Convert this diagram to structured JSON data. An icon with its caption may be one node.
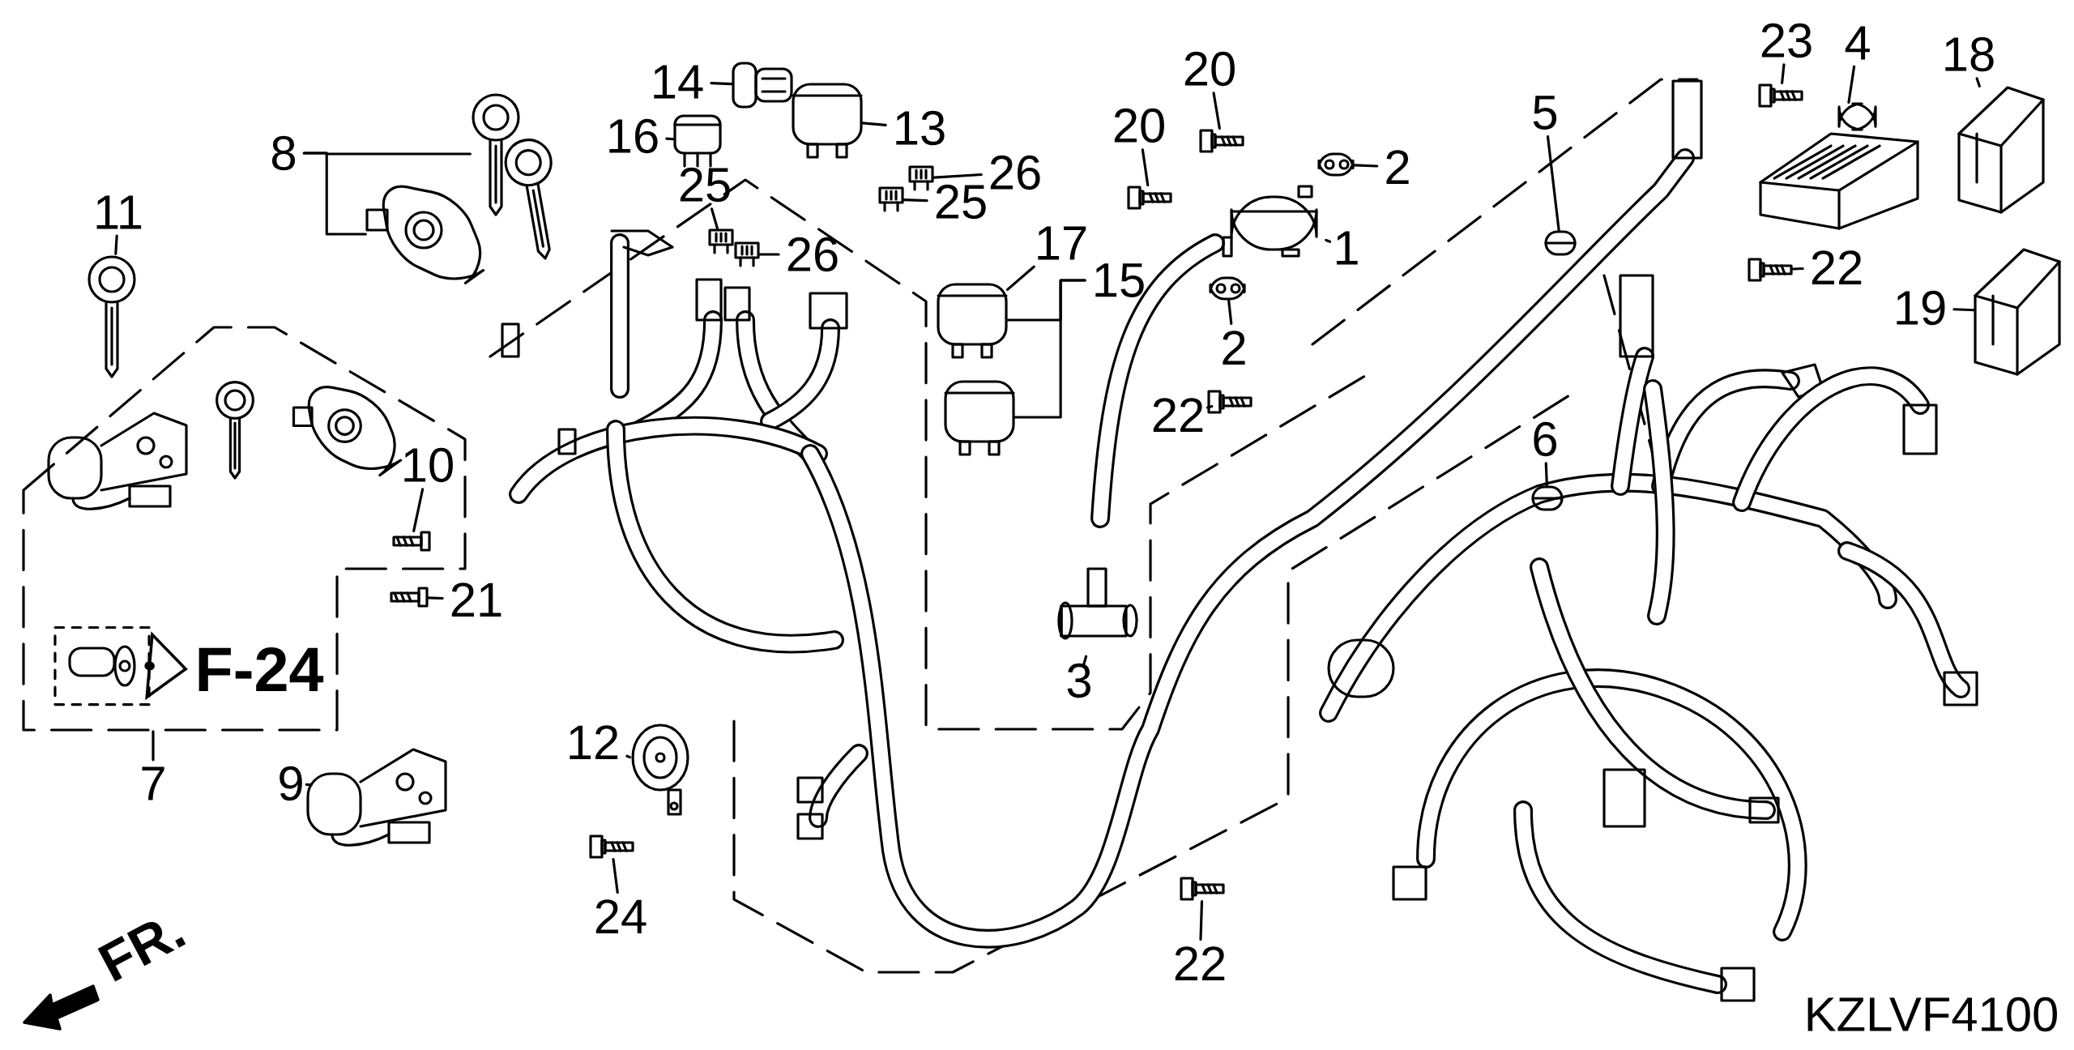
{
  "diagram": {
    "nodes": [
      {
        "text": [
          "14"
        ]
      },
      {
        "text": [],
        "shape": "picture"
      },
      {
        "text": [
          "16"
        ]
      },
      {
        "text": [],
        "shape": "picture"
      },
      {
        "text": [
          "13"
        ]
      },
      {
        "text": [],
        "shape": "picture"
      },
      {
        "text": [
          "20"
        ]
      },
      {
        "text": [],
        "shape": "picture"
      },
      {
        "text": [
          "20"
        ]
      },
      {
        "text": [],
        "shape": "picture"
      },
      {
        "text": [
          "2"
        ]
      },
      {
        "text": [],
        "shape": "picture"
      },
      {
        "text": [
          "1"
        ]
      },
      {
        "text": [],
        "shape": "picture"
      },
      {
        "text": [
          "2"
        ]
      },
      {
        "text": [],
        "shape": "picture"
      },
      {
        "text": [
          "22"
        ]
      },
      {
        "text": [],
        "shape": "picture"
      },
      {
        "text": [
          "17"
        ]
      },
      {
        "text": [],
        "shape": "picture"
      },
      {
        "text": [
          "15"
        ]
      },
      {
        "text": [],
        "shape": "picture"
      },
      {
        "text": [
          "25"
        ]
      },
      {
        "text": [],
        "shape": "picture"
      },
      {
        "text": [
          "26"
        ]
      },
      {
        "text": [],
        "shape": "picture"
      },
      {
        "text": [
          "25"
        ]
      },
      {
        "text": [],
        "shape": "picture"
      },
      {
        "text": [
          "26"
        ]
      },
      {
        "text": [],
        "shape": "picture"
      },
      {
        "text": [
          "5"
        ]
      },
      {
        "text": [],
        "shape": "picture"
      },
      {
        "text": [
          "23"
        ]
      },
      {
        "text": [],
        "shape": "picture"
      },
      {
        "text": [
          "4"
        ]
      },
      {
        "text": [],
        "shape": "picture"
      },
      {
        "text": [
          "18"
        ]
      },
      {
        "text": [],
        "shape": "picture"
      },
      {
        "text": [
          "22"
        ]
      },
      {
        "text": [],
        "shape": "picture"
      },
      {
        "text": [
          "19"
        ]
      },
      {
        "text": [],
        "shape": "picture"
      },
      {
        "text": [
          "6"
        ]
      },
      {
        "text": [],
        "shape": "picture"
      },
      {
        "text": [
          "8"
        ]
      },
      {
        "text": [],
        "shape": "picture"
      },
      {
        "text": [],
        "shape": "picture"
      },
      {
        "text": [
          "11"
        ]
      },
      {
        "text": [],
        "shape": "picture"
      },
      {
        "text": [],
        "shape": "box"
      },
      {
        "text": [
          "10"
        ],
        "in": 49
      },
      {
        "text": [],
        "shape": "picture",
        "in": 49
      },
      {
        "text": [],
        "shape": "picture",
        "in": 49
      },
      {
        "text": [
          "F-24"
        ],
        "in": 49
      },
      {
        "text": [
          "21"
        ]
      },
      {
        "text": [],
        "shape": "picture"
      },
      {
        "text": [
          "7"
        ]
      },
      {
        "text": [
          "9"
        ]
      },
      {
        "text": [],
        "shape": "picture"
      },
      {
        "text": [
          "12"
        ]
      },
      {
        "text": [],
        "shape": "picture"
      },
      {
        "text": [
          "24"
        ]
      },
      {
        "text": [],
        "shape": "picture"
      },
      {
        "text": [
          "3"
        ]
      },
      {
        "text": [],
        "shape": "picture"
      },
      {
        "text": [
          "22"
        ]
      },
      {
        "text": [],
        "shape": "picture"
      }
    ],
    "edges": [
      {
        "from": 0,
        "to": 1,
        "arrow": "none"
      },
      {
        "from": 2,
        "to": 3,
        "arrow": "none"
      },
      {
        "from": 4,
        "to": 5,
        "arrow": "none"
      },
      {
        "from": 6,
        "to": 7,
        "arrow": "none"
      },
      {
        "from": 8,
        "to": 9,
        "arrow": "none"
      },
      {
        "from": 10,
        "to": 11,
        "arrow": "none"
      },
      {
        "from": 12,
        "to": 13,
        "arrow": "none"
      },
      {
        "from": 14,
        "to": 15,
        "arrow": "none"
      },
      {
        "from": 16,
        "to": 17,
        "arrow": "none"
      },
      {
        "from": 18,
        "to": 19,
        "arrow": "none"
      },
      {
        "from": 20,
        "to": 19,
        "arrow": "none"
      },
      {
        "from": 20,
        "to": 21,
        "arrow": "none"
      },
      {
        "from": 22,
        "to": 23,
        "arrow": "none"
      },
      {
        "from": 24,
        "to": 25,
        "arrow": "none"
      },
      {
        "from": 26,
        "to": 27,
        "arrow": "none"
      },
      {
        "from": 28,
        "to": 29,
        "arrow": "none"
      },
      {
        "from": 30,
        "to": 31,
        "arrow": "none"
      },
      {
        "from": 32,
        "to": 33,
        "arrow": "none"
      },
      {
        "from": 34,
        "to": 35,
        "arrow": "none"
      },
      {
        "from": 36,
        "to": 37,
        "arrow": "none"
      },
      {
        "from": 38,
        "to": 39,
        "arrow": "none"
      },
      {
        "from": 40,
        "to": 41,
        "arrow": "none"
      },
      {
        "from": 42,
        "to": 43,
        "arrow": "none"
      },
      {
        "from": 44,
        "to": 45,
        "arrow": "none"
      },
      {
        "from": 44,
        "to": 46,
        "arrow": "none"
      },
      {
        "from": 47,
        "to": 48,
        "arrow": "none"
      },
      {
        "from": 50,
        "to": 51,
        "arrow": "none"
      },
      {
        "from": 52,
        "to": 53,
        "arrow": "to",
        "style": "thick"
      },
      {
        "from": 54,
        "to": 55,
        "arrow": "none"
      },
      {
        "from": 56,
        "to": 49,
        "arrow": "none"
      },
      {
        "from": 57,
        "to": 58,
        "arrow": "none"
      },
      {
        "from": 59,
        "to": 60,
        "arrow": "none"
      },
      {
        "from": 61,
        "to": 62,
        "arrow": "none"
      },
      {
        "from": 63,
        "to": 64,
        "arrow": "none"
      },
      {
        "from": 65,
        "to": 66,
        "arrow": "none"
      }
    ],
    "labels": [
      "FR.",
      "KZLVF4100"
    ]
  }
}
